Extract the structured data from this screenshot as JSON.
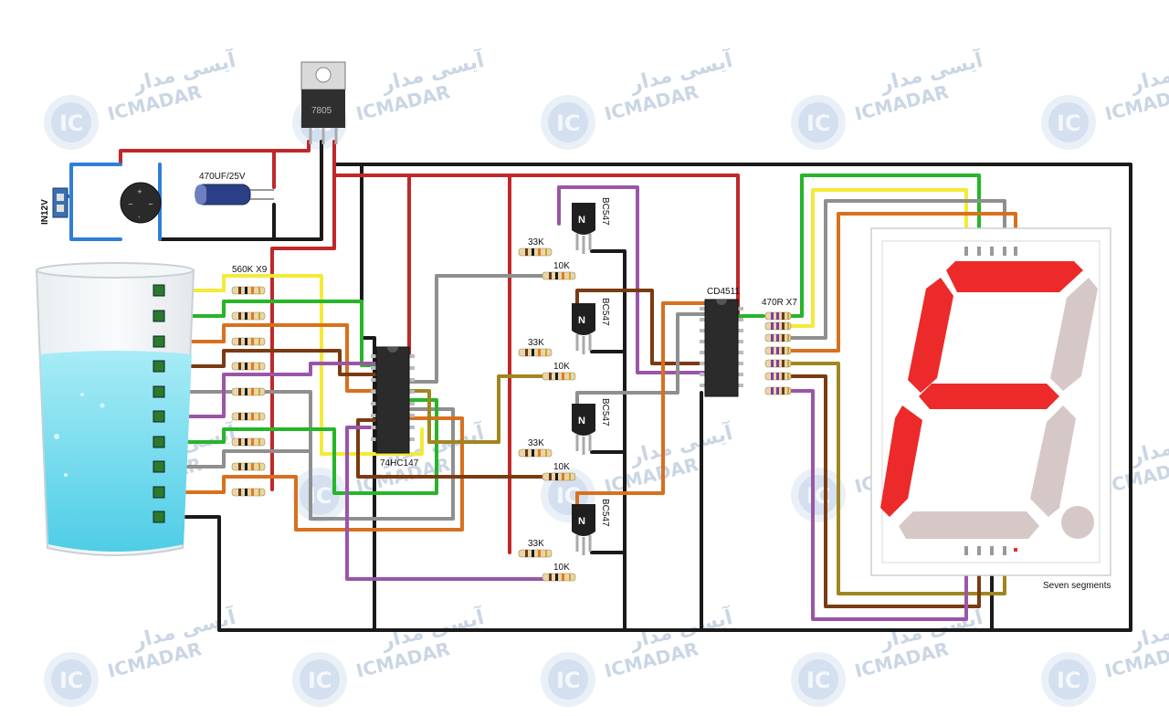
{
  "labels": {
    "regulator": "7805",
    "capacitor": "470UF/25V",
    "input": "IN12V",
    "sensor_resistors": "560K X9",
    "resistor_33k": "33K",
    "resistor_10k": "10K",
    "transistor": "BC547",
    "transistor_letter": "N",
    "encoder": "74HC147",
    "decoder": "CD4511",
    "segment_resistors": "470R X7",
    "display": "Seven segments"
  },
  "watermark": {
    "latin": "ICMADAR",
    "persian": "آیسی مدار",
    "badge": "IC"
  },
  "colors": {
    "red": "#c0282a",
    "black": "#1a1a1a",
    "blue": "#2f7ed8",
    "yellow": "#f3ea3a",
    "green": "#27b52a",
    "orange": "#d8701e",
    "brown": "#7a3b12",
    "purple": "#9a55a8",
    "gray": "#8f8f8f",
    "olive": "#a0861f",
    "segment_on": "#ec2a2a",
    "segment_off": "#d7c8c8",
    "water": "#6fd7ec"
  }
}
